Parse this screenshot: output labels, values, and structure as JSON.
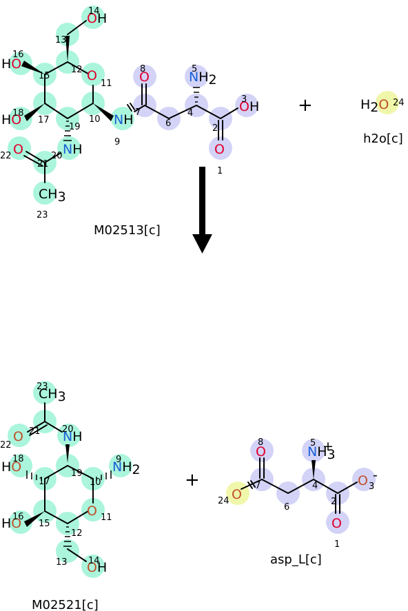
{
  "colors": {
    "carbohydrate_highlight": "#aaf5dc",
    "amino_acid_highlight": "#d3d3f7",
    "water_highlight": "#f0f7aa",
    "oxygen": "#e0002d",
    "oxygen_alt": "#c0502a",
    "nitrogen": "#1a5fd6",
    "bond": "#000000"
  },
  "reaction": {
    "plus_1": "+",
    "plus_2": "+",
    "arrow": "reaction-arrow-down"
  },
  "molecules": {
    "m02513": {
      "name": "M02513[c]",
      "atoms": [
        {
          "el": "O",
          "label": "O",
          "idx": "8"
        },
        {
          "el": "N",
          "label": "NH",
          "sub": "2",
          "idx": "5"
        },
        {
          "el": "O",
          "label": "OH",
          "idx": "3"
        },
        {
          "el": "C",
          "label": "",
          "idx": "7"
        },
        {
          "el": "C",
          "label": "",
          "idx": "4"
        },
        {
          "el": "C",
          "label": "",
          "idx": "2"
        },
        {
          "el": "C",
          "label": "",
          "idx": "6"
        },
        {
          "el": "O",
          "label": "O",
          "idx": "1"
        },
        {
          "el": "N",
          "label": "NH",
          "idx": "9"
        },
        {
          "el": "C",
          "label": "",
          "idx": "10"
        },
        {
          "el": "O",
          "label": "O",
          "idx": "11"
        },
        {
          "el": "C",
          "label": "",
          "idx": "12"
        },
        {
          "el": "C",
          "label": "",
          "idx": "13"
        },
        {
          "el": "O",
          "label": "OH",
          "idx": "14"
        },
        {
          "el": "C",
          "label": "",
          "idx": "15"
        },
        {
          "el": "O",
          "label": "HO",
          "idx": "16"
        },
        {
          "el": "C",
          "label": "",
          "idx": "17"
        },
        {
          "el": "O",
          "label": "HO",
          "idx": "18"
        },
        {
          "el": "C",
          "label": "",
          "idx": "19"
        },
        {
          "el": "N",
          "label": "NH",
          "idx": "20"
        },
        {
          "el": "C",
          "label": "",
          "idx": "21"
        },
        {
          "el": "O",
          "label": "O",
          "idx": "22"
        },
        {
          "el": "C",
          "label": "CH",
          "sub": "3",
          "idx": "23"
        }
      ]
    },
    "h2o": {
      "name": "h2o[c]",
      "label": "H",
      "sub": "2",
      "label2": "O",
      "idx": "24"
    },
    "m02521": {
      "name": "M02521[c]",
      "atoms": [
        {
          "el": "C",
          "label": "CH",
          "sub": "3",
          "idx": "23"
        },
        {
          "el": "C",
          "label": "",
          "idx": "21"
        },
        {
          "el": "O",
          "label": "O",
          "idx": "22"
        },
        {
          "el": "N",
          "label": "NH",
          "idx": "20"
        },
        {
          "el": "N",
          "label": "NH",
          "sub": "2",
          "idx": "9"
        },
        {
          "el": "O",
          "label": "HO",
          "idx": "18"
        },
        {
          "el": "C",
          "label": "",
          "idx": "17"
        },
        {
          "el": "C",
          "label": "",
          "idx": "19"
        },
        {
          "el": "C",
          "label": "",
          "idx": "10"
        },
        {
          "el": "O",
          "label": "HO",
          "idx": "16"
        },
        {
          "el": "C",
          "label": "",
          "idx": "15"
        },
        {
          "el": "O",
          "label": "O",
          "idx": "11"
        },
        {
          "el": "C",
          "label": "",
          "idx": "12"
        },
        {
          "el": "C",
          "label": "",
          "idx": "13"
        },
        {
          "el": "O",
          "label": "OH",
          "idx": "14"
        }
      ]
    },
    "asp_l": {
      "name": "asp_L[c]",
      "atoms": [
        {
          "el": "O",
          "label": "O",
          "idx": "8"
        },
        {
          "el": "N",
          "label": "NH",
          "sub": "3",
          "charge": "+",
          "idx": "5"
        },
        {
          "el": "O",
          "label": "O",
          "charge": "-",
          "idx": "3"
        },
        {
          "el": "C",
          "label": "",
          "idx": "7"
        },
        {
          "el": "C",
          "label": "",
          "idx": "4"
        },
        {
          "el": "C",
          "label": "",
          "idx": "2"
        },
        {
          "el": "C",
          "label": "",
          "idx": "6"
        },
        {
          "el": "O",
          "label": "O",
          "idx": "24"
        },
        {
          "el": "O",
          "label": "O",
          "idx": "1"
        }
      ]
    }
  }
}
